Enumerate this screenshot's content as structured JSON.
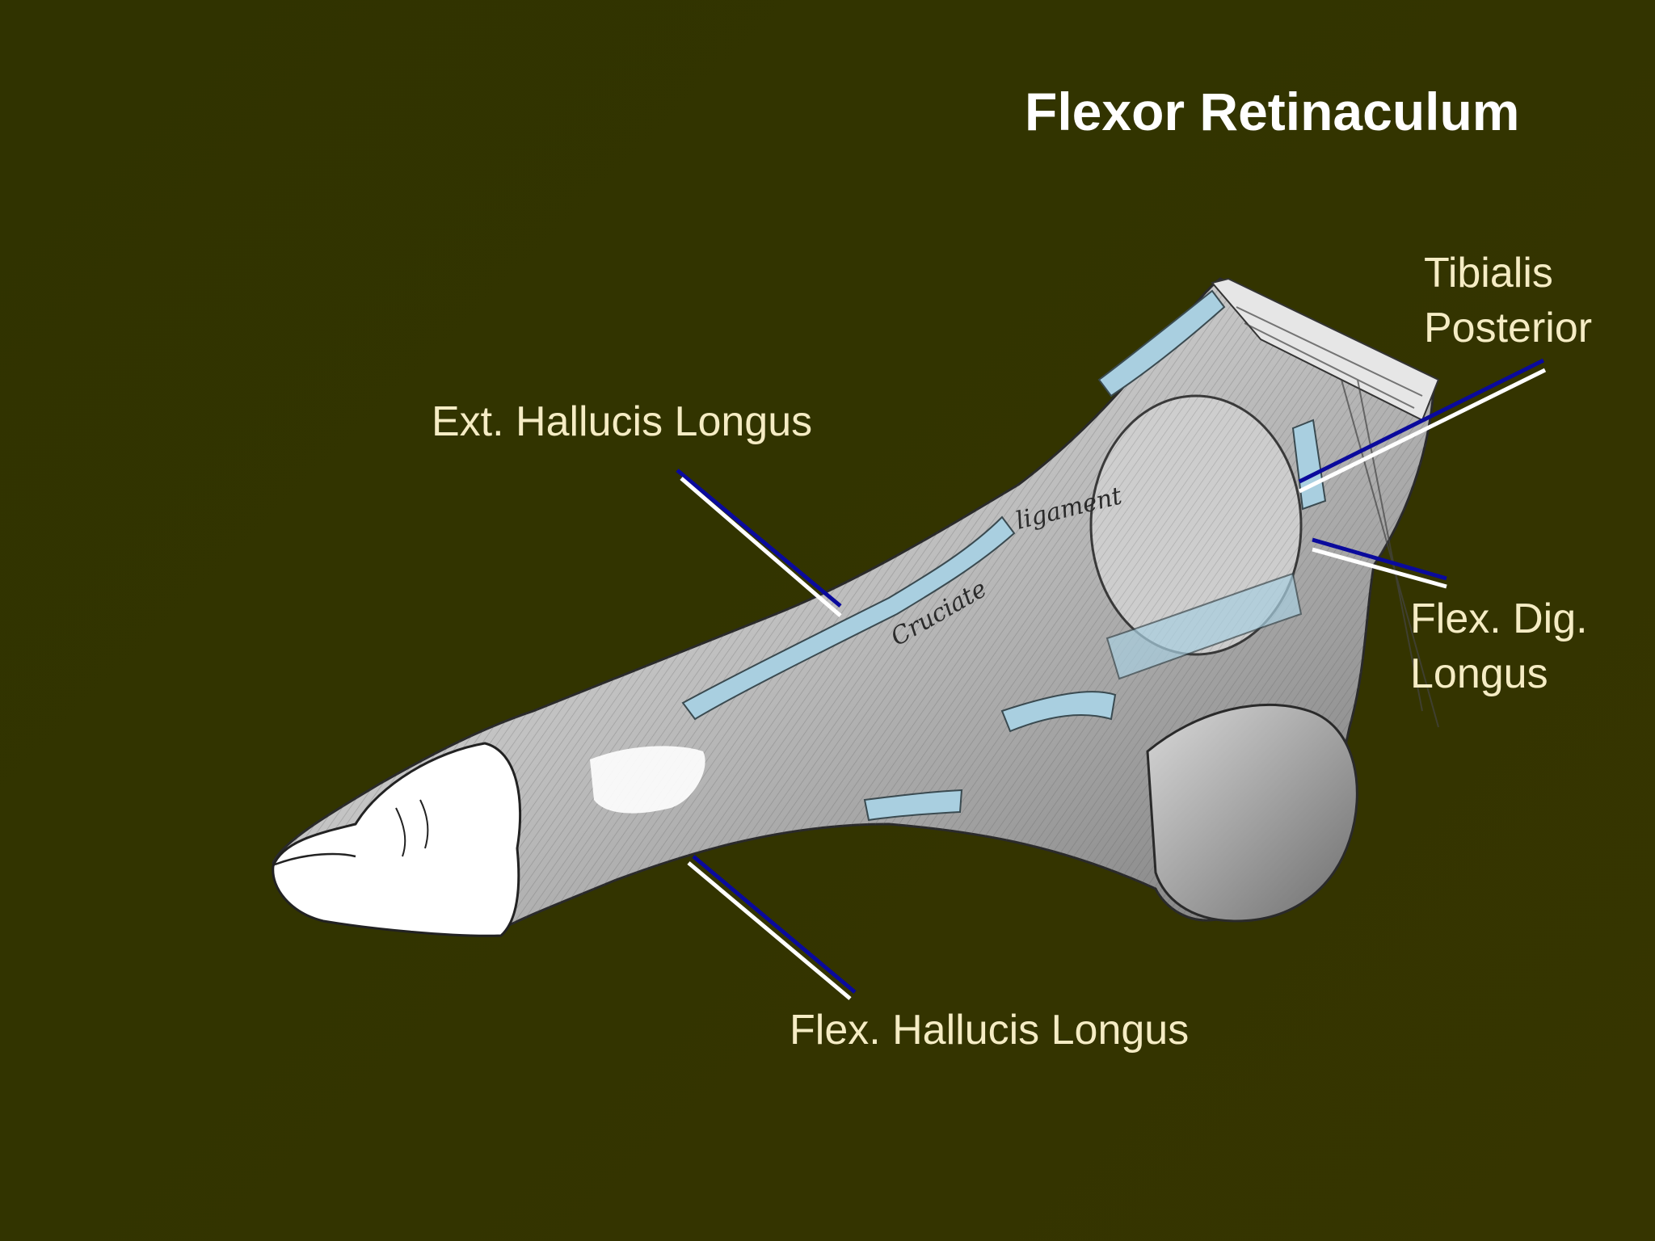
{
  "title": "Flexor Retinaculum",
  "labels": {
    "ext_hallucis_longus": "Ext. Hallucis Longus",
    "tibialis_posterior": [
      "Tibialis",
      "Posterior"
    ],
    "flex_dig_longus": [
      "Flex. Dig.",
      "Longus"
    ],
    "flex_hallucis_longus": "Flex. Hallucis Longus"
  },
  "engraving_text": {
    "cruciate": "Cruciate",
    "ligament": "ligament"
  },
  "colors": {
    "background": "#313300",
    "title_text": "#ffffff",
    "label_text": "#f5ecc4",
    "leader_blue": "#0a0a9c",
    "leader_white": "#ffffff",
    "tendon_sheath": "#a9cfe0"
  }
}
